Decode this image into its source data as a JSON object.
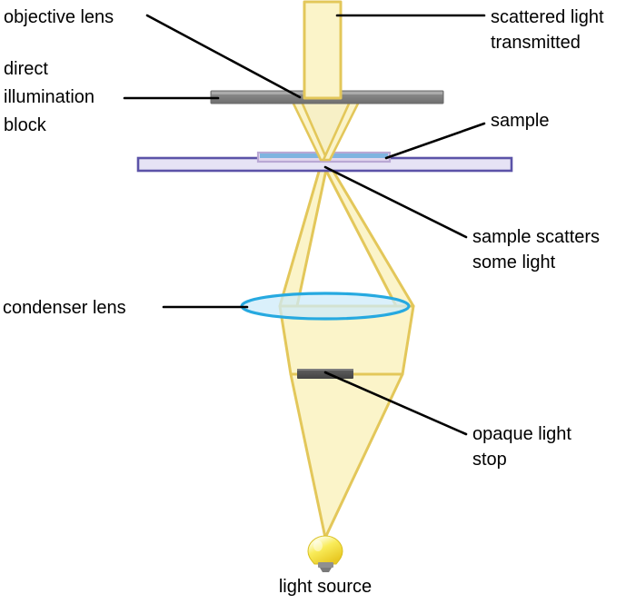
{
  "diagram": {
    "title": "dark-field microscopy light path",
    "background_color": "#ffffff",
    "colors": {
      "beam_fill": "#fbf4c9",
      "beam_stroke": "#e3c75a",
      "block_gray": "#808080",
      "block_gray_dark": "#4d4d4d",
      "block_gray_light": "#b3b3b3",
      "slide_outline": "#5b53a8",
      "slide_fill": "#e6e3f5",
      "coverslip_fill": "#a8cdea",
      "coverslip_outline": "#b9a8d4",
      "lens_fill": "#cdebf9",
      "lens_stroke": "#26a9e0",
      "bulb_yellow": "#f5e03c",
      "bulb_base": "#808080",
      "leader_line": "#000000",
      "text": "#000000"
    },
    "labels": {
      "objective_lens": "objective lens",
      "direct_illumination_block_line1": "direct",
      "direct_illumination_block_line2": "illumination",
      "direct_illumination_block_line3": "block",
      "scattered_light_transmitted_line1": "scattered light",
      "scattered_light_transmitted_line2": "transmitted",
      "sample": "sample",
      "sample_scatters_line1": "sample scatters",
      "sample_scatters_line2": "some light",
      "condenser_lens": "condenser lens",
      "opaque_light_stop_line1": "opaque light",
      "opaque_light_stop_line2": "stop",
      "light_source": "light source"
    },
    "parts": [
      {
        "id": "objective-lens-beam",
        "name": "objective lens beam",
        "kind": "beam"
      },
      {
        "id": "direct-illumination-block",
        "name": "direct illumination block",
        "kind": "bar"
      },
      {
        "id": "sample-slide",
        "name": "sample slide",
        "kind": "slide"
      },
      {
        "id": "coverslip",
        "name": "cover slip with sample",
        "kind": "slide"
      },
      {
        "id": "scattered-cone",
        "name": "scattered light cone",
        "kind": "beam"
      },
      {
        "id": "illumination-cone",
        "name": "hollow illumination cone",
        "kind": "beam"
      },
      {
        "id": "condenser-lens",
        "name": "condenser lens",
        "kind": "lens"
      },
      {
        "id": "opaque-light-stop",
        "name": "opaque light stop",
        "kind": "bar"
      },
      {
        "id": "source-cone",
        "name": "source light cone",
        "kind": "beam"
      },
      {
        "id": "light-bulb",
        "name": "light bulb source",
        "kind": "bulb"
      }
    ]
  }
}
